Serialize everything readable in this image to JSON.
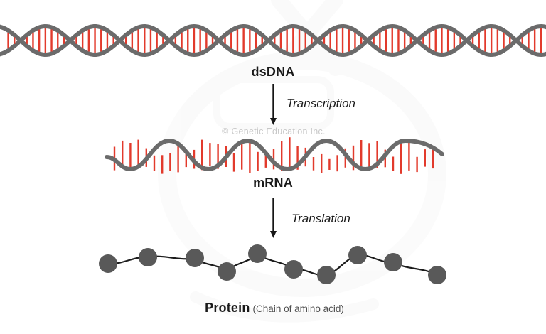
{
  "diagram": {
    "watermark": "© Genetic Education Inc.",
    "nodes": [
      {
        "id": "dsdna",
        "label": "dsDNA"
      },
      {
        "id": "mrna",
        "label": "mRNA"
      },
      {
        "id": "protein",
        "label": "Protein",
        "sublabel": "(Chain of amino acid)",
        "bead_count": 10
      }
    ],
    "processes": [
      {
        "id": "transcription",
        "label": "Transcription",
        "from": "dsDNA",
        "to": "mRNA"
      },
      {
        "id": "translation",
        "label": "Translation",
        "from": "mRNA",
        "to": "Protein"
      }
    ],
    "colors": {
      "background": "#ffffff",
      "strand_gray": "#6b6b6b",
      "base_red": "#e23a2c",
      "bead_gray": "#595959",
      "chain_black": "#1c1c1c",
      "arrow_black": "#161616",
      "label_black": "#1a1a1a",
      "sublabel_gray": "#4f4f4f",
      "watermark_gray": "#c8c8c8",
      "ghost_gray": "#9a9a9a"
    }
  }
}
